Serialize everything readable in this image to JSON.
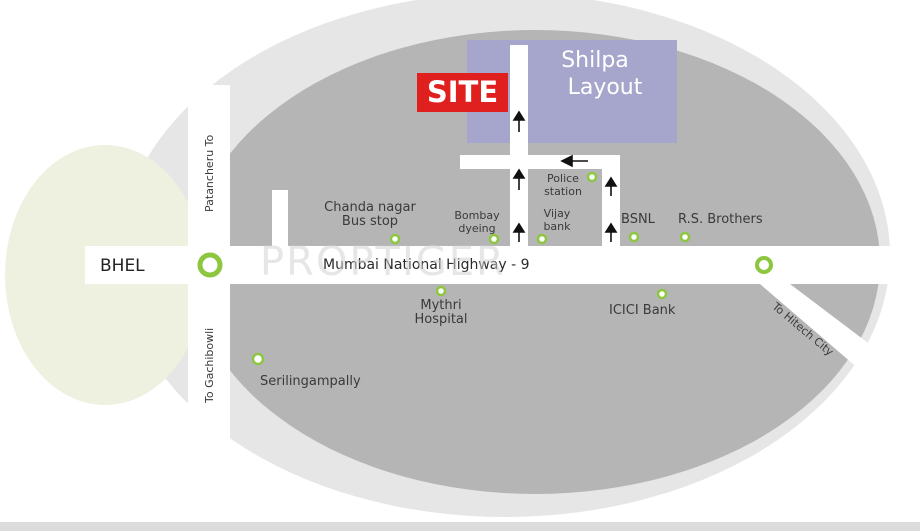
{
  "map": {
    "site_label": "SITE",
    "project_name_line1": "Shilpa",
    "project_name_line2": "Layout",
    "origin_label": "BHEL",
    "highway_label": "Mumbai National Highway - 9",
    "watermark": "PROPTIGER",
    "directions": {
      "patancheru": "Patancheru To",
      "gachibowli": "To Gachibowli",
      "hitech_city": "To Hitech City"
    },
    "landmarks": {
      "chanda_nagar_l1": "Chanda nagar",
      "chanda_nagar_l2": "Bus stop",
      "bombay_dyeing_l1": "Bombay",
      "bombay_dyeing_l2": "dyeing",
      "vijay_bank_l1": "Vijay",
      "vijay_bank_l2": "bank",
      "police_station_l1": "Police",
      "police_station_l2": "station",
      "bsnl": "BSNL",
      "rs_brothers": "R.S. Brothers",
      "mythri_l1": "Mythri",
      "mythri_l2": "Hospital",
      "icici": "ICICI Bank",
      "serilingampally": "Serilingampally"
    },
    "colors": {
      "background_oval": "#b5b5b5",
      "outer_ring": "#e6e6e6",
      "left_area": "#eef1e0",
      "roads": "#ffffff",
      "site_badge": "#e0201f",
      "project_block": "#a6a6cc",
      "marker": "#8dc63f"
    }
  }
}
